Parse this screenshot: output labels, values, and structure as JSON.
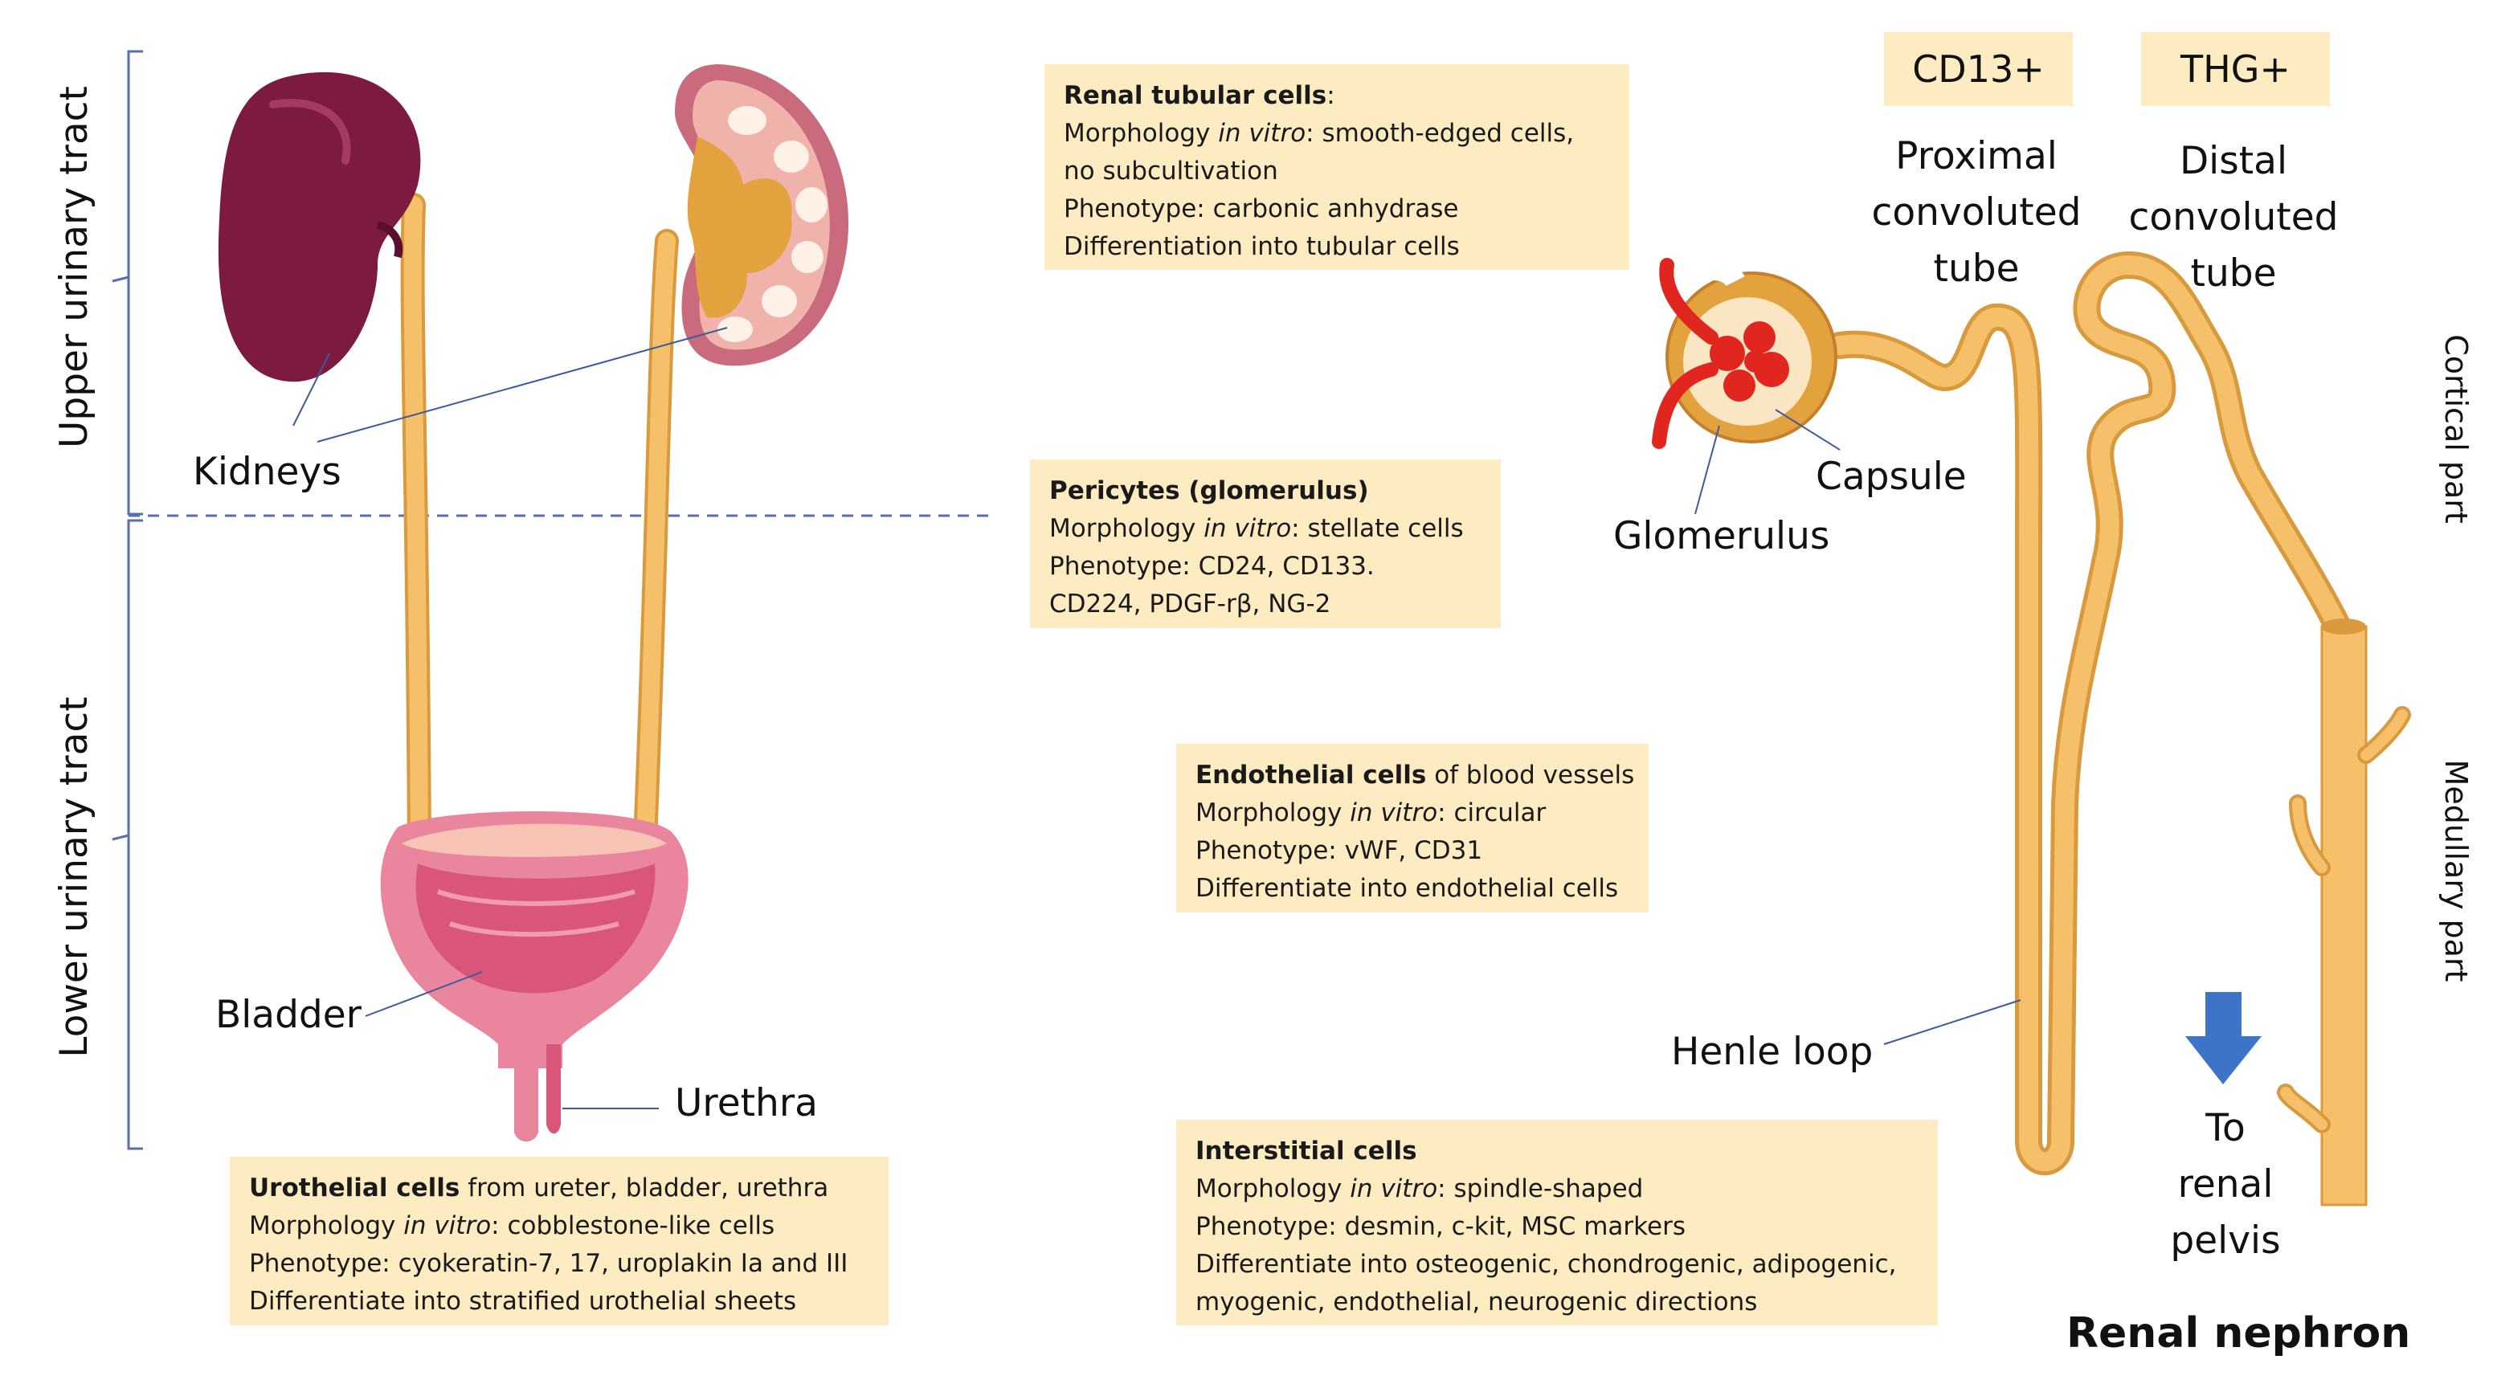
{
  "labels": {
    "upper_tract": "Upper urinary tract",
    "lower_tract": "Lower urinary tract",
    "kidneys": "Kidneys",
    "bladder": "Bladder",
    "urethra": "Urethra",
    "cd13": "CD13+",
    "thg": "THG+",
    "proximal": [
      "Proximal",
      "convoluted",
      "tube"
    ],
    "distal": [
      "Distal",
      "convoluted",
      "tube"
    ],
    "cortical": "Cortical part",
    "medullary": "Medullary part",
    "capsule": "Capsule",
    "glomerulus": "Glomerulus",
    "henle": "Henle loop",
    "pelvis": [
      "To",
      "renal",
      "pelvis"
    ],
    "nephron_title": "Renal nephron"
  },
  "boxes": {
    "renal_tubular": {
      "head": "Renal tubular cells",
      "head_tail": ":",
      "l1_pre": "Morphology ",
      "l1_it": "in vitro",
      "l1_post": ": smooth-edged cells,",
      "l2": "no subcultivation",
      "l3": "Phenotype: carbonic anhydrase",
      "l4": "Differentiation into tubular cells"
    },
    "pericytes": {
      "head": "Pericytes (glomerulus)",
      "l1_pre": "Morphology ",
      "l1_it": "in vitro",
      "l1_post": ": stellate cells",
      "l2": "Phenotype:  CD24, CD133.",
      "l3": "CD224, PDGF-rβ, NG-2"
    },
    "endothelial": {
      "head": "Endothelial cells",
      "head_tail": " of blood vessels",
      "l1_pre": "Morphology ",
      "l1_it": "in vitro",
      "l1_post": ": circular",
      "l2": "Phenotype: vWF, CD31",
      "l3": "Differentiate into endothelial cells"
    },
    "interstitial": {
      "head": "Interstitial cells",
      "l1_pre": "Morphology ",
      "l1_it": "in vitro",
      "l1_post": ": spindle-shaped",
      "l2": "Phenotype: desmin, c-kit, MSC markers",
      "l3": "Differentiate into osteogenic, chondrogenic, adipogenic,",
      "l4": "myogenic, endothelial, neurogenic directions"
    },
    "urothelial": {
      "head": "Urothelial cells",
      "head_tail": " from ureter, bladder, urethra",
      "l1_pre": "Morphology ",
      "l1_it": "in vitro",
      "l1_post": ": cobblestone-like cells",
      "l2": "Phenotype: cyokeratin-7, 17, uroplakin Ia and III",
      "l3": "Differentiate into stratified urothelial sheets"
    }
  },
  "colors": {
    "kidney_dark": "#7d1a3f",
    "kidney_cut": "#e8a7a7",
    "tubule": "#f6c06a",
    "tubule_edge": "#d89a3c",
    "box_bg": "#fdebc2",
    "bladder": "#e9869d",
    "arrow": "#3d74c7"
  }
}
